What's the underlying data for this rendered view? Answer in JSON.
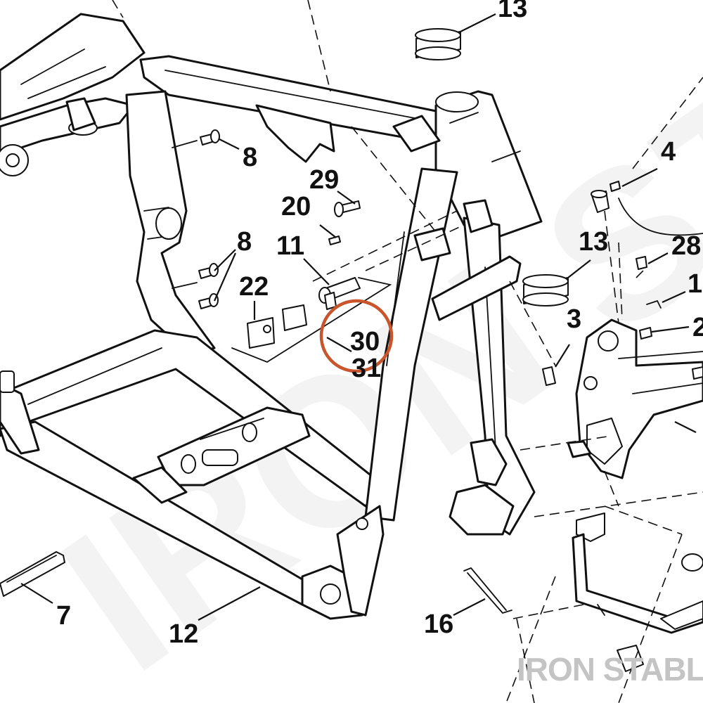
{
  "diagram": {
    "callouts": [
      {
        "id": "13a",
        "label": "13"
      },
      {
        "id": "8a",
        "label": "8"
      },
      {
        "id": "29",
        "label": "29"
      },
      {
        "id": "20",
        "label": "20"
      },
      {
        "id": "4",
        "label": "4"
      },
      {
        "id": "8b",
        "label": "8"
      },
      {
        "id": "11",
        "label": "11"
      },
      {
        "id": "13b",
        "label": "13"
      },
      {
        "id": "28",
        "label": "28"
      },
      {
        "id": "1",
        "label": "1"
      },
      {
        "id": "22",
        "label": "22"
      },
      {
        "id": "3",
        "label": "3"
      },
      {
        "id": "30",
        "label": "30"
      },
      {
        "id": "31",
        "label": "31"
      },
      {
        "id": "2",
        "label": "2"
      },
      {
        "id": "7",
        "label": "7"
      },
      {
        "id": "12",
        "label": "12"
      },
      {
        "id": "16",
        "label": "16"
      }
    ],
    "highlight": {
      "target": "30",
      "color": "#c8552b"
    }
  },
  "watermark": {
    "large_text": "IRON STABLE",
    "corner_text": "IRON STABLE",
    "corner_color": "#c4c4c4"
  }
}
